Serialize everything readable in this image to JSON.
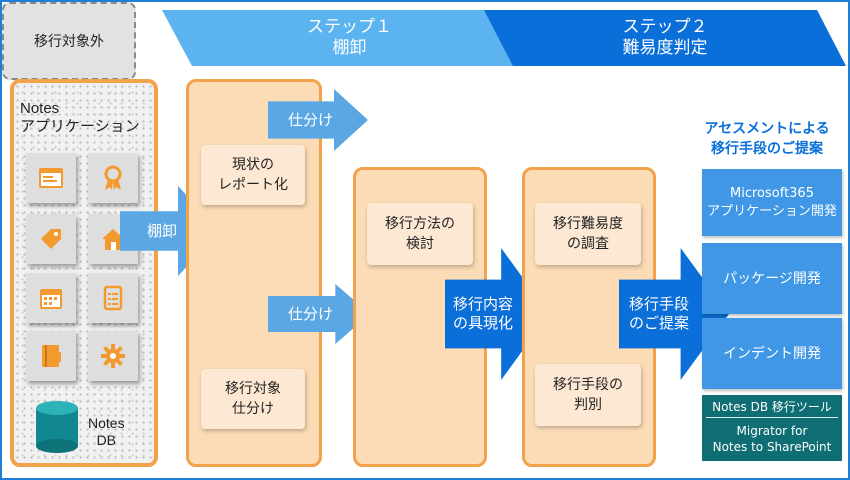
{
  "steps": [
    {
      "label": "ステップ１",
      "name": "棚卸"
    },
    {
      "label": "ステップ２",
      "name": "難易度判定"
    }
  ],
  "notes_panel": {
    "title_line1": "Notes",
    "title_line2": "アプリケーション",
    "icons": [
      "browser-window-icon",
      "award-ribbon-icon",
      "price-tag-icon",
      "house-icon",
      "calendar-icon",
      "checklist-icon",
      "notebook-icon",
      "gear-icon",
      "database-icon"
    ],
    "db_label_line1": "Notes",
    "db_label_line2": "DB"
  },
  "arrows": {
    "inventory": "棚卸",
    "sort_top": "仕分け",
    "sort_bottom": "仕分け",
    "specify_line1": "移行内容",
    "specify_line2": "の具現化",
    "propose_line1": "移行手段",
    "propose_line2": "のご提案"
  },
  "cards": {
    "report_line1": "現状の",
    "report_line2": "レポート化",
    "sort_target_line1": "移行対象",
    "sort_target_line2": "仕分け",
    "out_of_scope": "移行対象外",
    "method_line1": "移行方法の",
    "method_line2": "検討",
    "difficulty_line1": "移行難易度",
    "difficulty_line2": "の調査",
    "means_line1": "移行手段の",
    "means_line2": "判別"
  },
  "assessment": {
    "title_line1": "アセスメントによる",
    "title_line2": "移行手段のご提案",
    "options": [
      {
        "line1": "Microsoft365",
        "line2": "アプリケーション開発"
      },
      {
        "line1": "パッケージ開発",
        "line2": ""
      },
      {
        "line1": "インデント開発",
        "line2": ""
      }
    ],
    "tool_header": "Notes DB 移行ツール",
    "tool_line1": "Migrator for",
    "tool_line2": "Notes to SharePoint"
  },
  "colors": {
    "orange_border": "#f2a24a",
    "orange_fill": "#fbdcb6",
    "light_blue": "#5bb3f0",
    "dark_blue": "#0a6fd8",
    "teal": "#0f6e73"
  }
}
